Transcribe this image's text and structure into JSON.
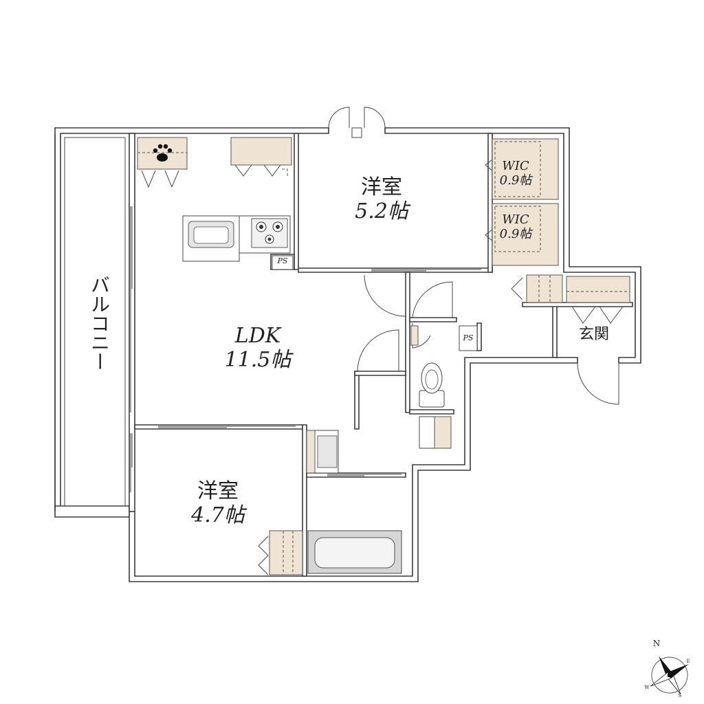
{
  "rooms": {
    "western_5": {
      "name": "洋室",
      "size": "5.2帖"
    },
    "wic_upper": {
      "name": "WIC",
      "size": "0.9帖"
    },
    "wic_lower": {
      "name": "WIC",
      "size": "0.9帖"
    },
    "ldk": {
      "name": "LDK",
      "size": "11.5帖"
    },
    "western_4": {
      "name": "洋室",
      "size": "4.7帖"
    },
    "entrance": {
      "name": "玄関"
    },
    "balcony": {
      "name": "バルコニー"
    }
  },
  "ps_labels": {
    "kitchen": "PS",
    "hall": "PS"
  },
  "compass": {
    "north": "N",
    "east": "E",
    "south": "S",
    "west": "W"
  },
  "icons": {
    "pet_storage": "paw-icon",
    "stove": "gas-stove-icon",
    "sink": "kitchen-sink-icon",
    "toilet": "toilet-icon",
    "bathtub": "bathtub-icon",
    "compass": "compass-rose-icon"
  },
  "colors": {
    "storage": "#efe3d3",
    "wall": "#3a3a3a",
    "fixture": "#e6e6e6"
  }
}
